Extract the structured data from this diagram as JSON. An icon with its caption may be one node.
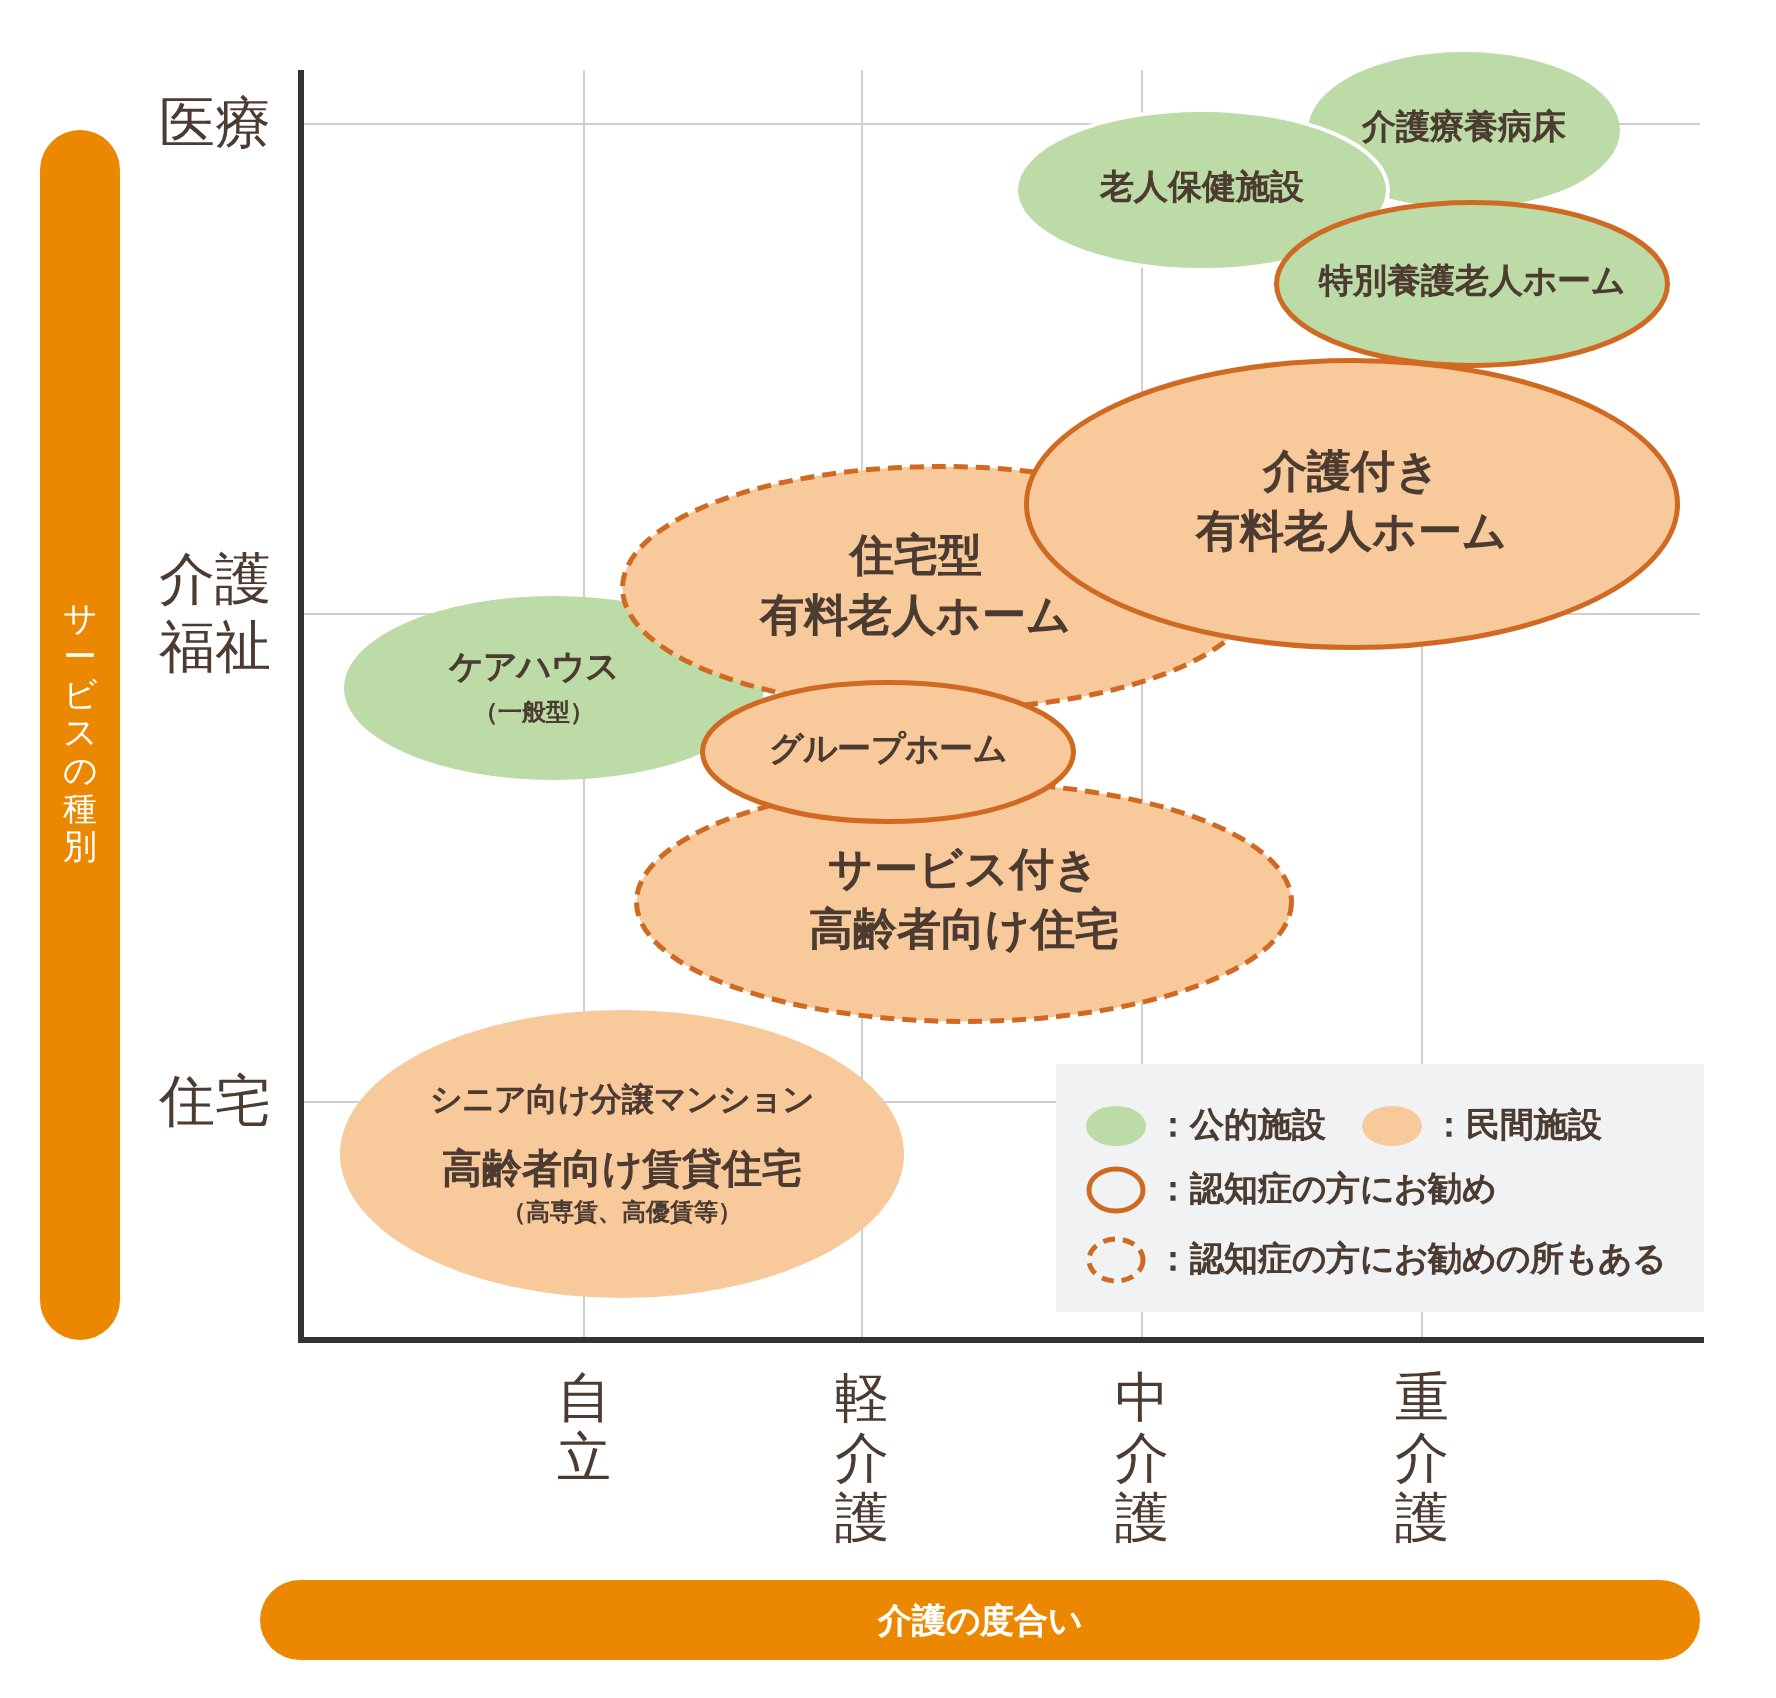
{
  "diagram": {
    "nodes": [
      {
        "text": [
          "介護療養病床"
        ]
      },
      {
        "text": [
          "老人保健施設"
        ]
      },
      {
        "text": [
          "特別養護老人ホーム"
        ]
      },
      {
        "text": [
          "介護付き有料老人ホーム"
        ]
      },
      {
        "text": [
          "住宅型有料老人ホーム"
        ]
      },
      {
        "text": [
          "ケアハウス",
          "（一般型）"
        ]
      },
      {
        "text": [
          "グループホーム"
        ]
      },
      {
        "text": [
          "サービス付き高齢者向け住宅"
        ]
      },
      {
        "text": [
          "シニア向け分譲マンション",
          "高齢者向け賃貸住宅",
          "（高専賃、高優賃等）"
        ]
      },
      {
        "text": [
          "サービスの種別"
        ]
      },
      {
        "text": [
          "介護の度合い"
        ]
      }
    ],
    "labels": [
      "医療",
      "介護福祉",
      "住宅",
      "自立",
      "軽介護",
      "中介護",
      "重介護"
    ],
    "legend": [
      {
        "text": "：公的施設",
        "color": "#bcdba7"
      },
      {
        "text": "：民間施設",
        "color": "#f8c99b"
      },
      {
        "text": "：認知症の方にお勧め"
      },
      {
        "text": "：認知症の方にお勧めの所もある"
      }
    ]
  }
}
